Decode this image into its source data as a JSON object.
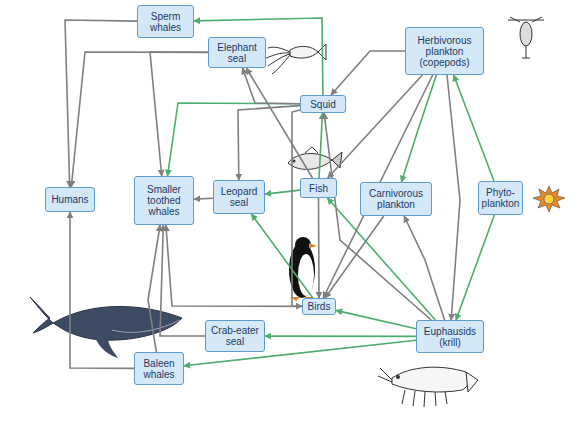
{
  "diagram": {
    "nodes": [
      {
        "text": [
          "Sperm whales"
        ]
      },
      {
        "text": [
          "Elephant seal"
        ]
      },
      {
        "text": [
          "Herbivorous plankton (copepods)"
        ]
      },
      {
        "text": [
          "Squid"
        ]
      },
      {
        "text": [
          "Humans"
        ]
      },
      {
        "text": [
          "Smaller toothed whales"
        ]
      },
      {
        "text": [
          "Leopard seal"
        ]
      },
      {
        "text": [
          "Fish"
        ]
      },
      {
        "text": [
          "Carnivorous plankton"
        ]
      },
      {
        "text": [
          "Phyto-plankton"
        ]
      },
      {
        "text": [
          "Birds"
        ]
      },
      {
        "text": [
          "Crab-eater seal"
        ]
      },
      {
        "text": [
          "Euphausids (krill)"
        ]
      },
      {
        "text": [
          "Baleen whales"
        ]
      }
    ],
    "edges": [
      {
        "from": 3,
        "to": 0,
        "arrow": "to"
      },
      {
        "from": 3,
        "to": 5,
        "arrow": "to"
      },
      {
        "from": 7,
        "to": 3,
        "arrow": "to"
      },
      {
        "from": 7,
        "to": 6,
        "arrow": "to"
      },
      {
        "from": 10,
        "to": 6,
        "arrow": "to"
      },
      {
        "from": 9,
        "to": 2,
        "arrow": "to"
      },
      {
        "from": 9,
        "to": 12,
        "arrow": "to"
      },
      {
        "from": 2,
        "to": 8,
        "arrow": "to"
      },
      {
        "from": 12,
        "to": 7,
        "arrow": "to"
      },
      {
        "from": 12,
        "to": 10,
        "arrow": "to"
      },
      {
        "from": 12,
        "to": 11,
        "arrow": "to"
      },
      {
        "from": 12,
        "to": 13,
        "arrow": "to"
      },
      {
        "from": 0,
        "to": 4,
        "arrow": "to"
      },
      {
        "from": 1,
        "to": 4,
        "arrow": "to"
      },
      {
        "from": 13,
        "to": 4,
        "arrow": "to"
      },
      {
        "from": 1,
        "to": 5,
        "arrow": "to"
      },
      {
        "from": 3,
        "to": 1,
        "arrow": "to"
      },
      {
        "from": 7,
        "to": 1,
        "arrow": "to"
      },
      {
        "from": 3,
        "to": 6,
        "arrow": "to"
      },
      {
        "from": 2,
        "to": 3,
        "arrow": "to"
      },
      {
        "from": 2,
        "to": 7,
        "arrow": "to"
      },
      {
        "from": 2,
        "to": 10,
        "arrow": "to"
      },
      {
        "from": 2,
        "to": 12,
        "arrow": "to"
      },
      {
        "from": 8,
        "to": 10,
        "arrow": "to"
      },
      {
        "from": 12,
        "to": 8,
        "arrow": "to"
      },
      {
        "from": 12,
        "to": 3,
        "arrow": "to"
      },
      {
        "from": 10,
        "to": 5,
        "arrow": "to"
      },
      {
        "from": 3,
        "to": 10,
        "arrow": "to"
      },
      {
        "from": 7,
        "to": 10,
        "arrow": "to"
      },
      {
        "from": 11,
        "to": 5,
        "arrow": "to"
      },
      {
        "from": 13,
        "to": 5,
        "arrow": "to"
      },
      {
        "from": 6,
        "to": 5,
        "arrow": "to"
      }
    ]
  }
}
